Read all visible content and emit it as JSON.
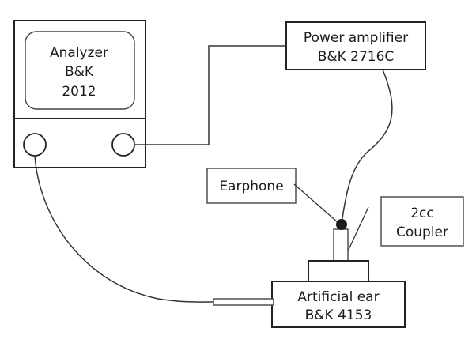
{
  "analyzer": {
    "line1": "Analyzer",
    "line2": "B&K",
    "line3": "2012"
  },
  "amplifier": {
    "line1": "Power amplifier",
    "line2": "B&K 2716C"
  },
  "earphone": {
    "label": "Earphone"
  },
  "coupler": {
    "line1": "2cc",
    "line2": "Coupler"
  },
  "artificial_ear": {
    "line1": "Artificial ear",
    "line2": "B&K 4153"
  }
}
